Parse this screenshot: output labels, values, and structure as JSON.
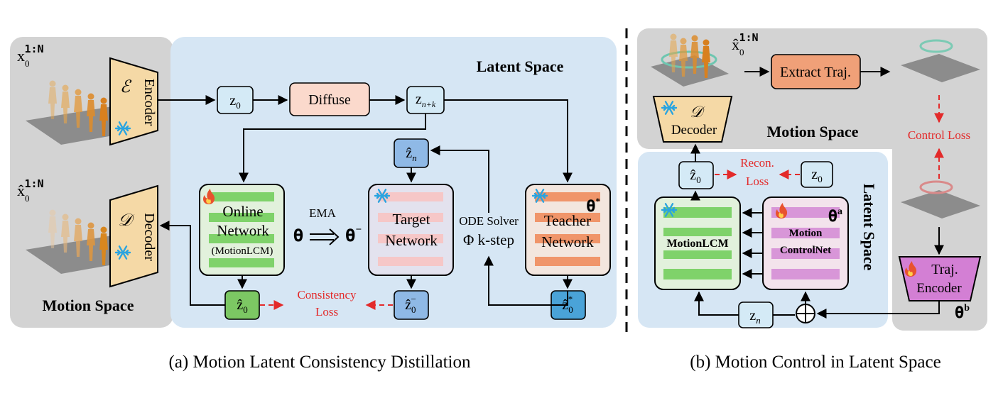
{
  "panel_a": {
    "latent_space_title": "Latent Space",
    "motion_space_title": "Motion Space",
    "caption": "(a) Motion Latent Consistency Distillation",
    "x_label": "x",
    "x_hat_label": "x̂",
    "x_sup": "1:N",
    "x_sub": "0",
    "encoder": {
      "symbol": "ℰ",
      "label": "Encoder"
    },
    "decoder": {
      "symbol": "𝒟",
      "label": "Decoder"
    },
    "z0": {
      "main": "z",
      "sub": "0"
    },
    "diffuse": "Diffuse",
    "znk": {
      "main": "z",
      "sub": "n+k"
    },
    "zhat_n": {
      "main": "ẑ",
      "sub": "n"
    },
    "online": {
      "line1": "Online",
      "line2": "Network",
      "line3": "(MotionLCM)"
    },
    "target": {
      "line1": "Target",
      "line2": "Network"
    },
    "teacher": {
      "line1": "Teacher",
      "line2": "Network"
    },
    "ema": "EMA",
    "theta": "ϴ",
    "theta_minus_sup": "−",
    "theta_star_sup": "*",
    "ode_line1": "ODE Solver",
    "ode_line2": "Φ k-step",
    "consistency_line1": "Consistency",
    "consistency_line2": "Loss",
    "zhat0_online": {
      "main": "ẑ",
      "sub": "0"
    },
    "zhat0_target": {
      "main": "ẑ",
      "sub": "0",
      "sup": "−"
    },
    "zhat0_teacher": {
      "main": "ẑ",
      "sub": "0",
      "sup": "*"
    }
  },
  "panel_b": {
    "motion_space_title": "Motion Space",
    "latent_space_title": "Latent Space",
    "caption": "(b) Motion Control in Latent Space",
    "x_hat_label": "x̂",
    "x_sup": "1:N",
    "x_sub": "0",
    "extract": "Extract Traj.",
    "decoder": {
      "symbol": "𝒟",
      "label": "Decoder"
    },
    "control_loss": "Control Loss",
    "recon_line1": "Recon.",
    "recon_line2": "Loss",
    "zhat0": {
      "main": "ẑ",
      "sub": "0"
    },
    "z0": {
      "main": "z",
      "sub": "0"
    },
    "motionlcm": "MotionLCM",
    "controlnet_line1": "Motion",
    "controlnet_line2": "ControlNet",
    "theta": "ϴ",
    "theta_a_sup": "a",
    "theta_b_sup": "b",
    "traj_encoder": {
      "line1": "Traj.",
      "line2": "Encoder"
    },
    "zn": {
      "main": "z",
      "sub": "n"
    },
    "plus": "+"
  },
  "colors": {
    "gray_panel": "#d3d3d3",
    "latent_blue": "#d6e6f4",
    "encoder_fill": "#f5d9a6",
    "z_box": "#d4eaf6",
    "diffuse_fill": "#fbd9cc",
    "zhat_blue": "#8fb9e6",
    "online_fill": "#e2f1dc",
    "online_stripe": "#7fd26a",
    "target_fill": "#e3e2ee",
    "target_stripe": "#f6c7c7",
    "teacher_fill": "#f3e6de",
    "teacher_stripe": "#f0956a",
    "zhat0_green": "#7cc763",
    "zhat0_star_blue": "#4aa3d8",
    "extract_fill": "#f0a078",
    "control_fill": "#f3e3ec",
    "control_stripe": "#d896d8",
    "traj_fill": "#d37fd4",
    "loss_red": "#e32a2a",
    "snow_blue": "#2aa4e0",
    "flame": "#e8522e"
  }
}
